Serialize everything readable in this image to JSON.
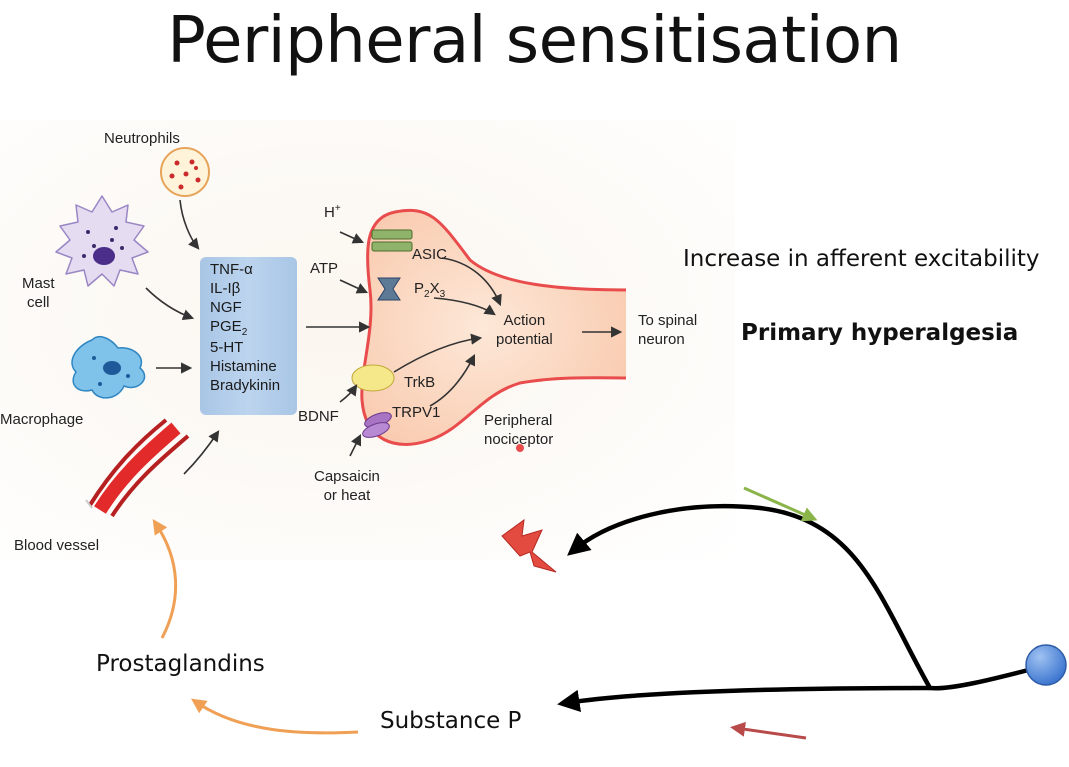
{
  "title": "Peripheral sensitisation",
  "figure": {
    "cells": {
      "neutrophils": "Neutrophils",
      "mast_cell": "Mast\ncell",
      "macrophage": "Macrophage",
      "blood_vessel": "Blood vessel"
    },
    "mediators": [
      "TNF-α",
      "IL-Iβ",
      "NGF",
      "PGE2",
      "5-HT",
      "Histamine",
      "Bradykinin"
    ],
    "stimuli": {
      "h_plus": "H+",
      "atp": "ATP",
      "bdnf": "BDNF",
      "capsaicin": "Capsaicin\nor heat"
    },
    "receptors": {
      "asic": "ASIC",
      "p2x3": "P2X3",
      "trkb": "TrkB",
      "trpv1": "TRPV1"
    },
    "action_potential": "Action\npotential",
    "to_spinal": "To spinal\nneuron",
    "nociceptor": "Peripheral\nnociceptor"
  },
  "notes": {
    "excitability": "Increase in afferent excitability",
    "hyperalgesia": "Primary hyperalgesia",
    "prostaglandins": "Prostaglandins",
    "substance_p": "Substance P"
  },
  "colors": {
    "mediator_box": "#b5cfec",
    "nociceptor_fill": "#fcd9c4",
    "nociceptor_edge": "#e84c4c",
    "orange_arrow": "#f0a055",
    "green_arrow": "#8bb44a",
    "red_arrow": "#b84a4a",
    "nerve_end": "#5b8fdc"
  }
}
